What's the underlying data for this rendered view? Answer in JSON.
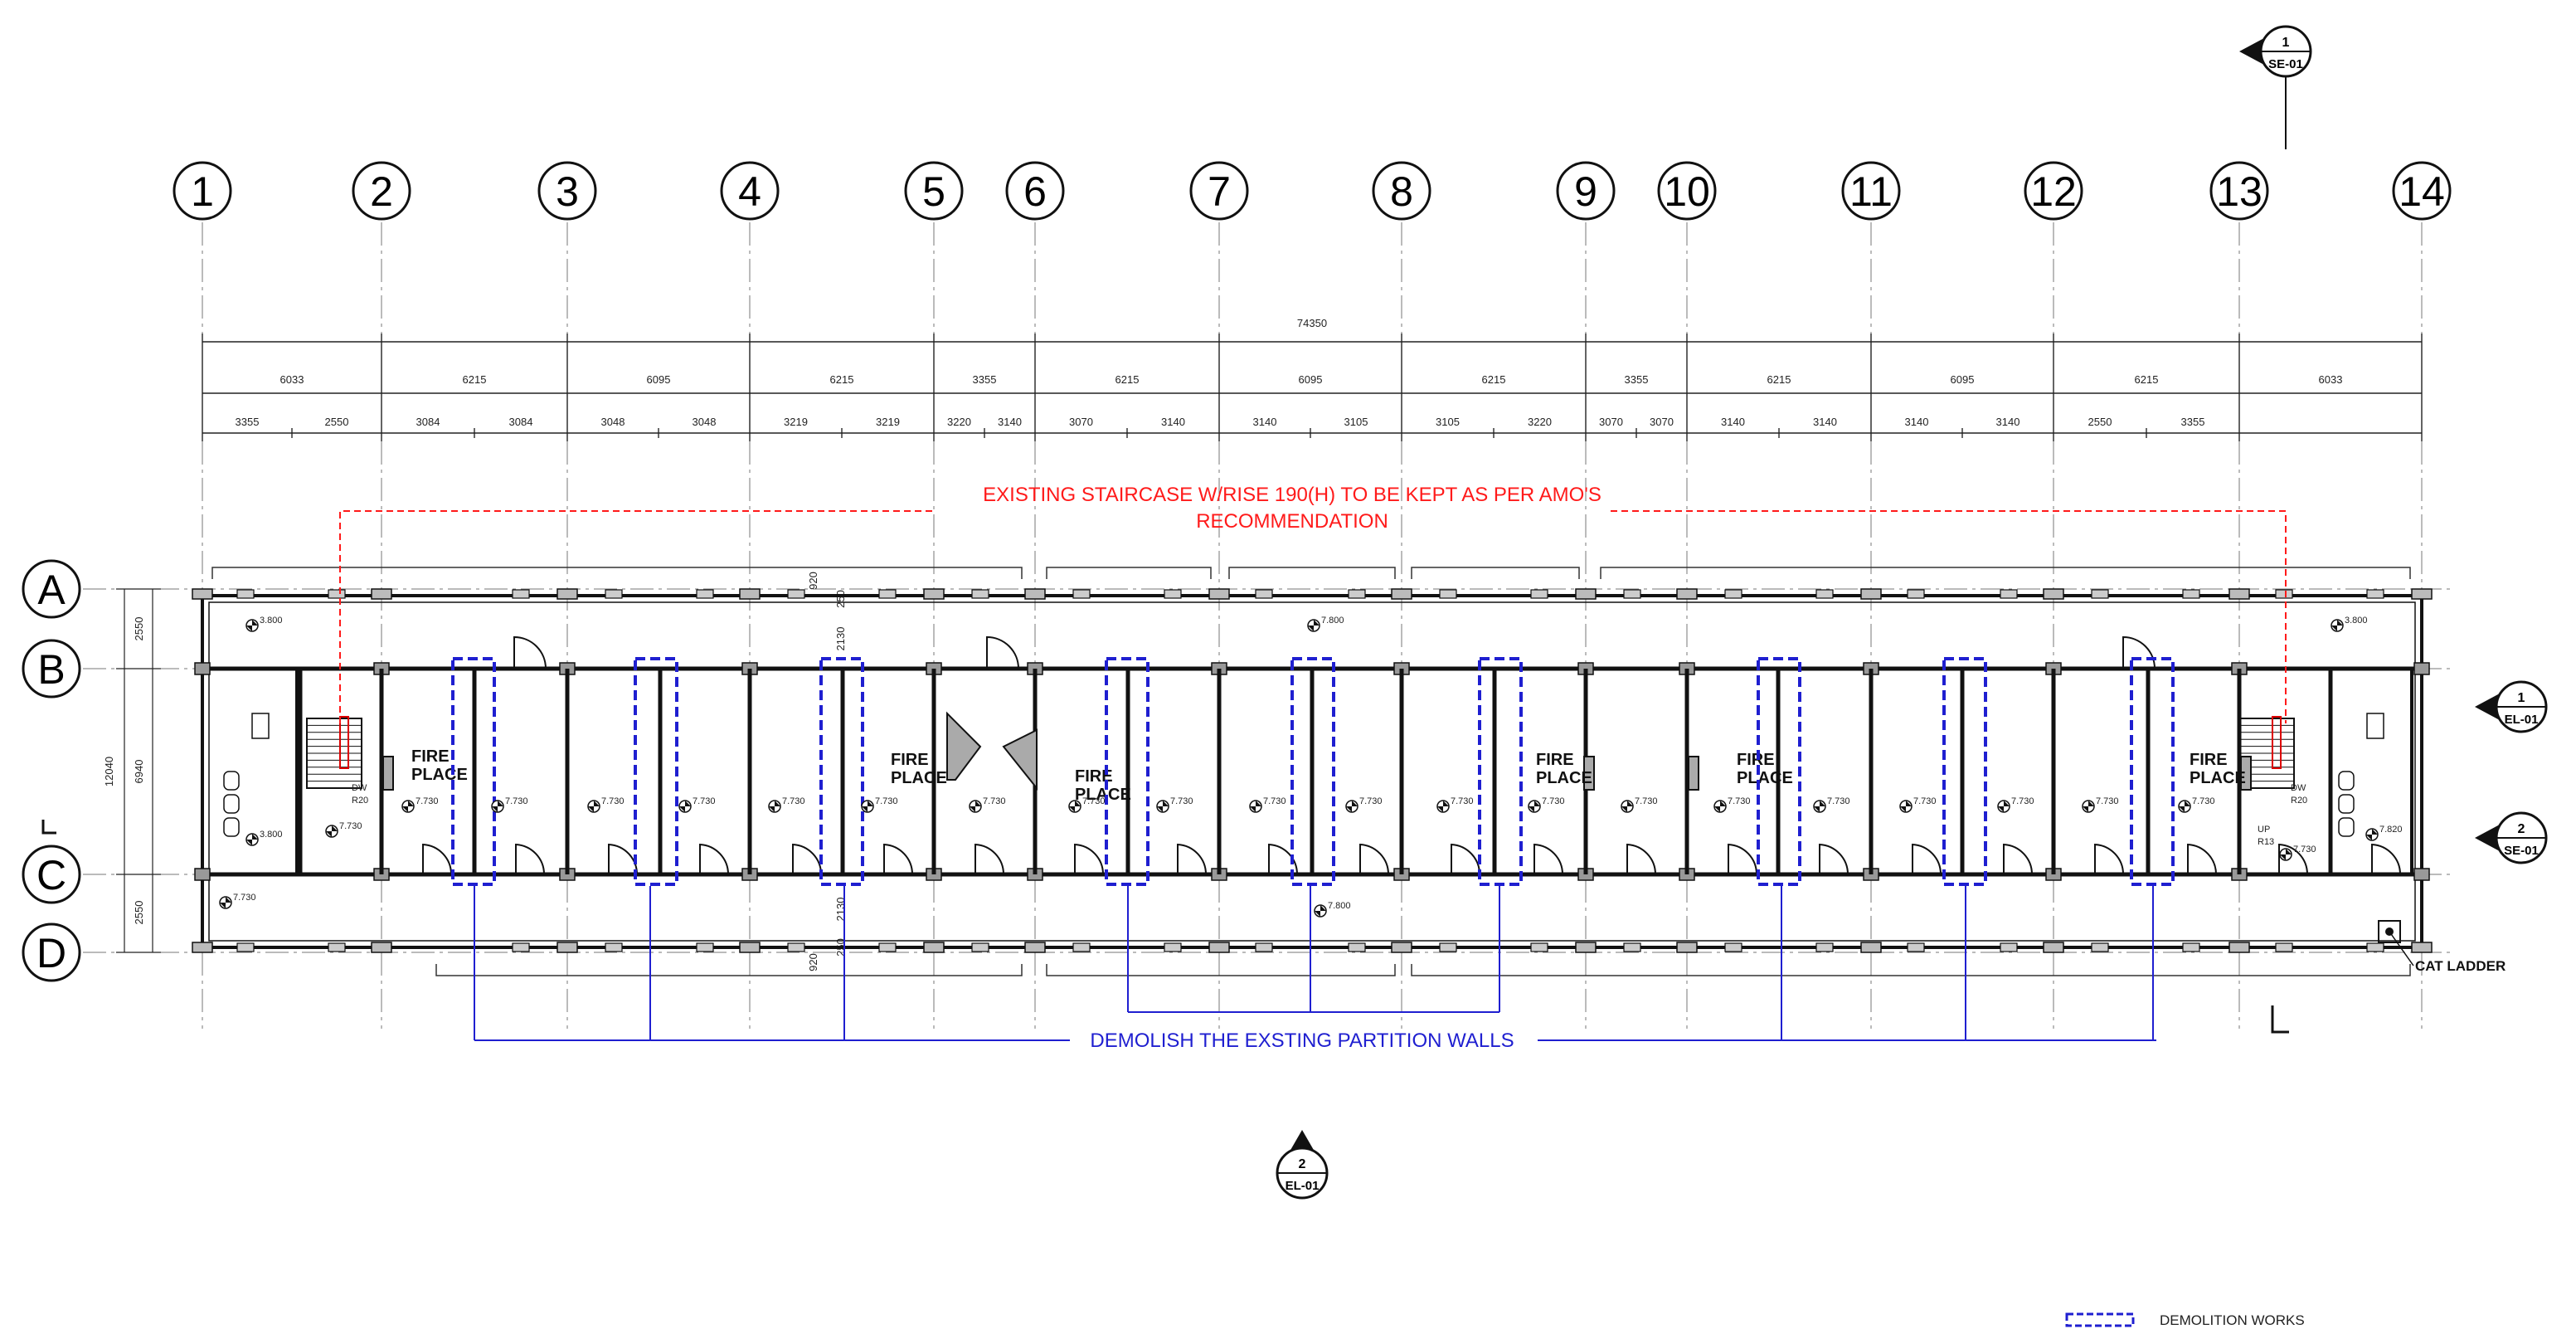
{
  "grid_columns": [
    "1",
    "2",
    "3",
    "4",
    "5",
    "6",
    "7",
    "8",
    "9",
    "10",
    "11",
    "12",
    "13",
    "14"
  ],
  "grid_rows": [
    "A",
    "B",
    "C",
    "D"
  ],
  "dimensions": {
    "overall": "74350",
    "bays": [
      "6033",
      "6215",
      "6095",
      "6215",
      "3355",
      "6215",
      "6095",
      "6215",
      "3355",
      "6215",
      "6095",
      "6215",
      "6033"
    ],
    "sub": [
      "3355",
      "2550",
      "3084",
      "3084",
      "3048",
      "3048",
      "3219",
      "3219",
      "3220",
      "3140",
      "3070",
      "3140",
      "3140",
      "3105",
      "3105",
      "3220",
      "3070",
      "3070",
      "3140",
      "3140",
      "3140",
      "3140",
      "2550",
      "3355"
    ],
    "left_vertical": {
      "overall": "12040",
      "ab": "2550",
      "bc": "6940",
      "cd": "2550"
    },
    "corridor_top": [
      "920",
      "250",
      "2130"
    ],
    "corridor_bottom": [
      "920",
      "250",
      "2130"
    ]
  },
  "notes": {
    "staircase_line1": "EXISTING STAIRCASE W/RISE 190(H) TO BE KEPT AS PER AMO'S",
    "staircase_line2": "RECOMMENDATION",
    "demolish": "DEMOLISH THE EXSTING PARTITION WALLS",
    "cat_ladder": "CAT LADDER"
  },
  "labels": {
    "fire_place_1": "FIRE",
    "fire_place_2": "PLACE",
    "dw_left": "DW",
    "r20_left": "R20",
    "dw_right": "DW",
    "r20_right": "R20",
    "up": "UP",
    "r13": "R13"
  },
  "levels": {
    "top_left": "3.800",
    "top_mid": "7.800",
    "top_right": "3.800",
    "room": "7.730",
    "left_lower": "3.800",
    "bottom_mid": "7.800",
    "right_lower": "7.820"
  },
  "section_markers": {
    "top_right": {
      "num": "1",
      "ref": "SE-01"
    },
    "right_upper": {
      "num": "1",
      "ref": "EL-01"
    },
    "right_lower": {
      "num": "2",
      "ref": "SE-01"
    },
    "bottom": {
      "num": "2",
      "ref": "EL-01"
    }
  },
  "legend": {
    "demolition": "DEMOLITION WORKS"
  },
  "colors": {
    "red_note": "#ff1a1a",
    "blue_note": "#1f1fd0",
    "line": "#111111"
  }
}
